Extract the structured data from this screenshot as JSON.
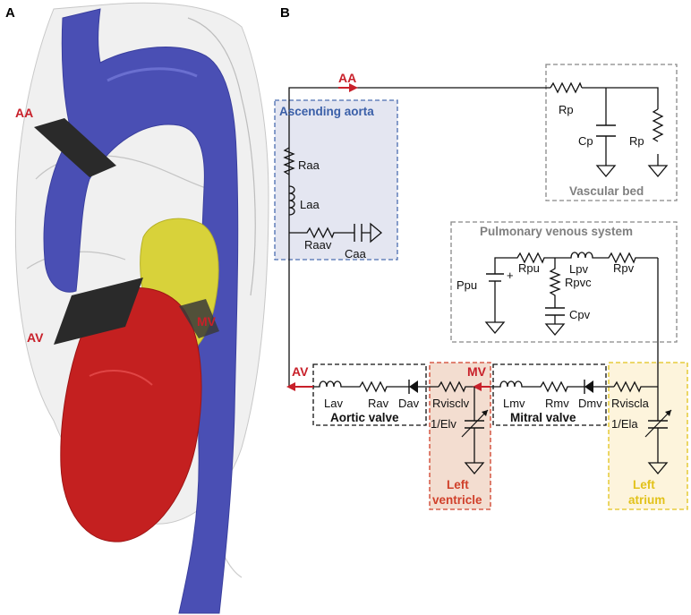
{
  "panels": {
    "a_letter": "A",
    "b_letter": "B"
  },
  "anatomy_labels": {
    "aa": "AA",
    "av": "AV",
    "mv": "MV"
  },
  "flow_labels": {
    "aa": "AA",
    "av": "AV",
    "mv": "MV"
  },
  "boxes": {
    "ascending_aorta": "Ascending aorta",
    "vascular_bed": "Vascular bed",
    "pulmonary_venous": "Pulmonary venous system",
    "aortic_valve": "Aortic valve",
    "mitral_valve": "Mitral valve",
    "left_ventricle_1": "Left",
    "left_ventricle_2": "ventricle",
    "left_atrium_1": "Left",
    "left_atrium_2": "atrium"
  },
  "components": {
    "raa": "Raa",
    "laa": "Laa",
    "raav": "Raav",
    "caa": "Caa",
    "rp_top": "Rp",
    "cp": "Cp",
    "rp_right": "Rp",
    "rpu": "Rpu",
    "lpv": "Lpv",
    "rpv": "Rpv",
    "ppu": "Ppu",
    "rpvc": "Rpvc",
    "cpv": "Cpv",
    "lav": "Lav",
    "rav": "Rav",
    "dav": "Dav",
    "rvisclv": "Rvisclv",
    "elv": "1/Elv",
    "lmv": "Lmv",
    "rmv": "Rmv",
    "dmv": "Dmv",
    "rviscla": "Rviscla",
    "ela": "1/Ela"
  },
  "colors": {
    "aorta_blue": "#4a4fb4",
    "ventricle_red": "#c42020",
    "atrium_yellow": "#d8d23a",
    "arrow_red": "#c8202a",
    "lv_fill": "#f3ddd0",
    "la_fill": "#fdf4dc",
    "aa_fill": "#e4e6f1"
  }
}
